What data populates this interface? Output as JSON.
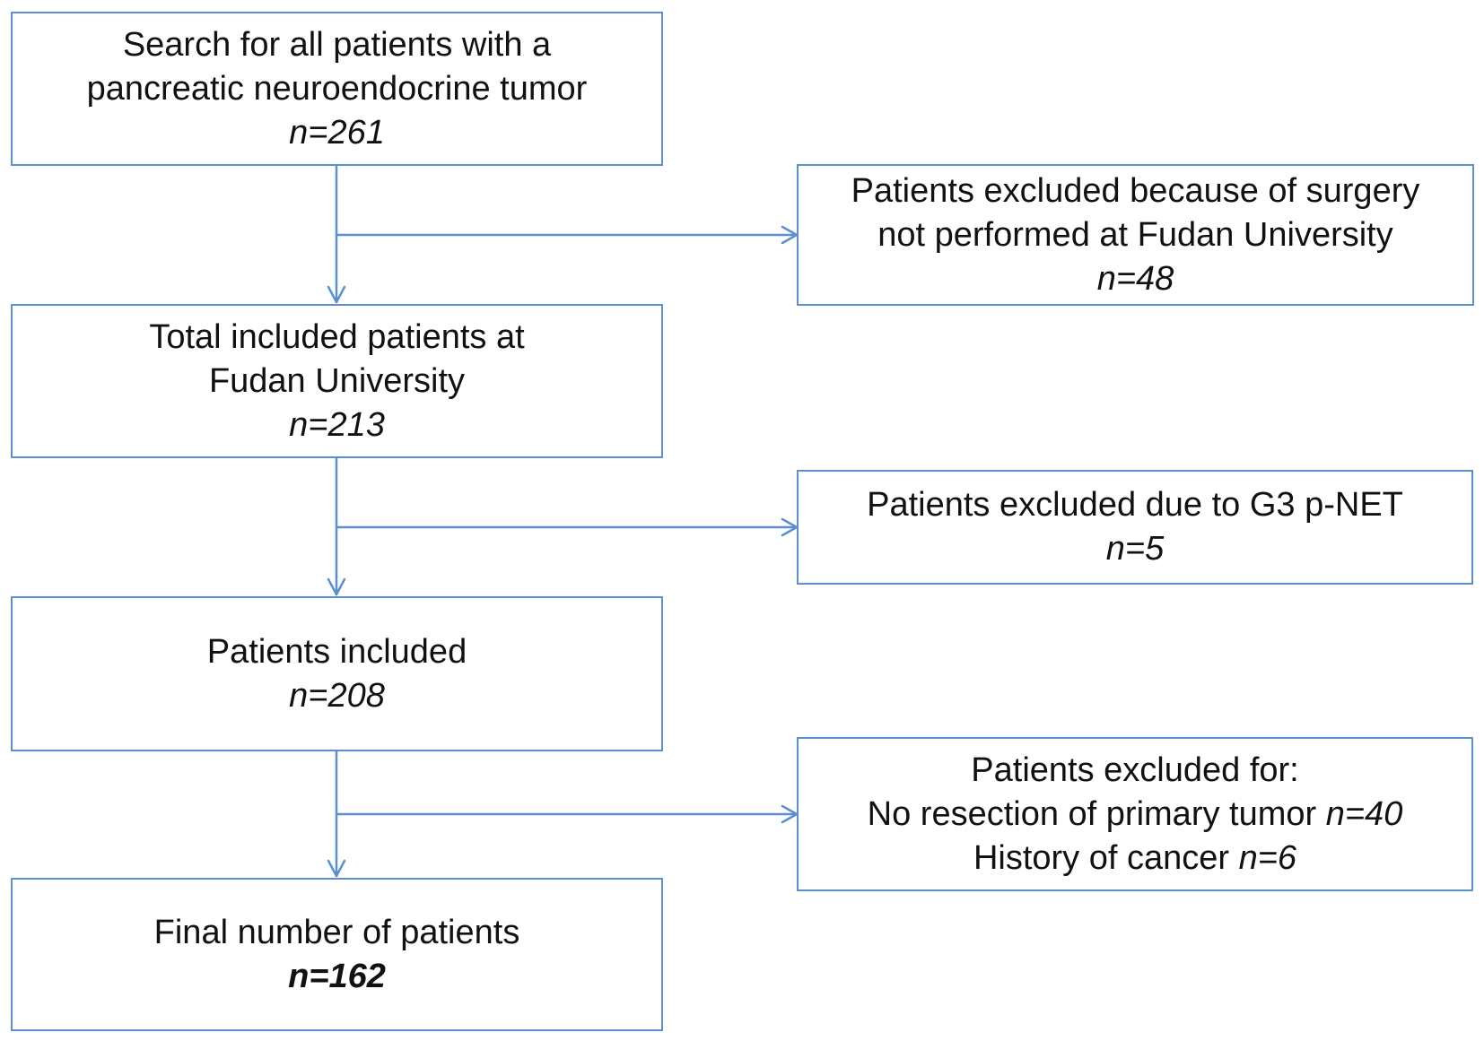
{
  "flowchart": {
    "main_steps": [
      {
        "lines": [
          "Search for all patients with a",
          "pancreatic neuroendocrine tumor"
        ],
        "count": "n=261"
      },
      {
        "lines": [
          "Total included patients at",
          "Fudan University"
        ],
        "count": "n=213"
      },
      {
        "lines": [
          "Patients included"
        ],
        "count": "n=208"
      },
      {
        "lines": [
          "Final number of patients"
        ],
        "count": "n=162"
      }
    ],
    "exclusions": [
      {
        "lines": [
          "Patients excluded because of surgery",
          "not performed at Fudan University"
        ],
        "count": "n=48"
      },
      {
        "lines": [
          "Patients excluded due to G3 p-NET"
        ],
        "count": "n=5"
      },
      {
        "heading": "Patients excluded for:",
        "items": [
          {
            "label": "No resection of primary tumor ",
            "count": "n=40"
          },
          {
            "label": "History of cancer ",
            "count": "n=6"
          }
        ]
      }
    ]
  },
  "colors": {
    "border": "#5b8fcf",
    "arrow": "#5b8fcf",
    "text": "#111111"
  }
}
